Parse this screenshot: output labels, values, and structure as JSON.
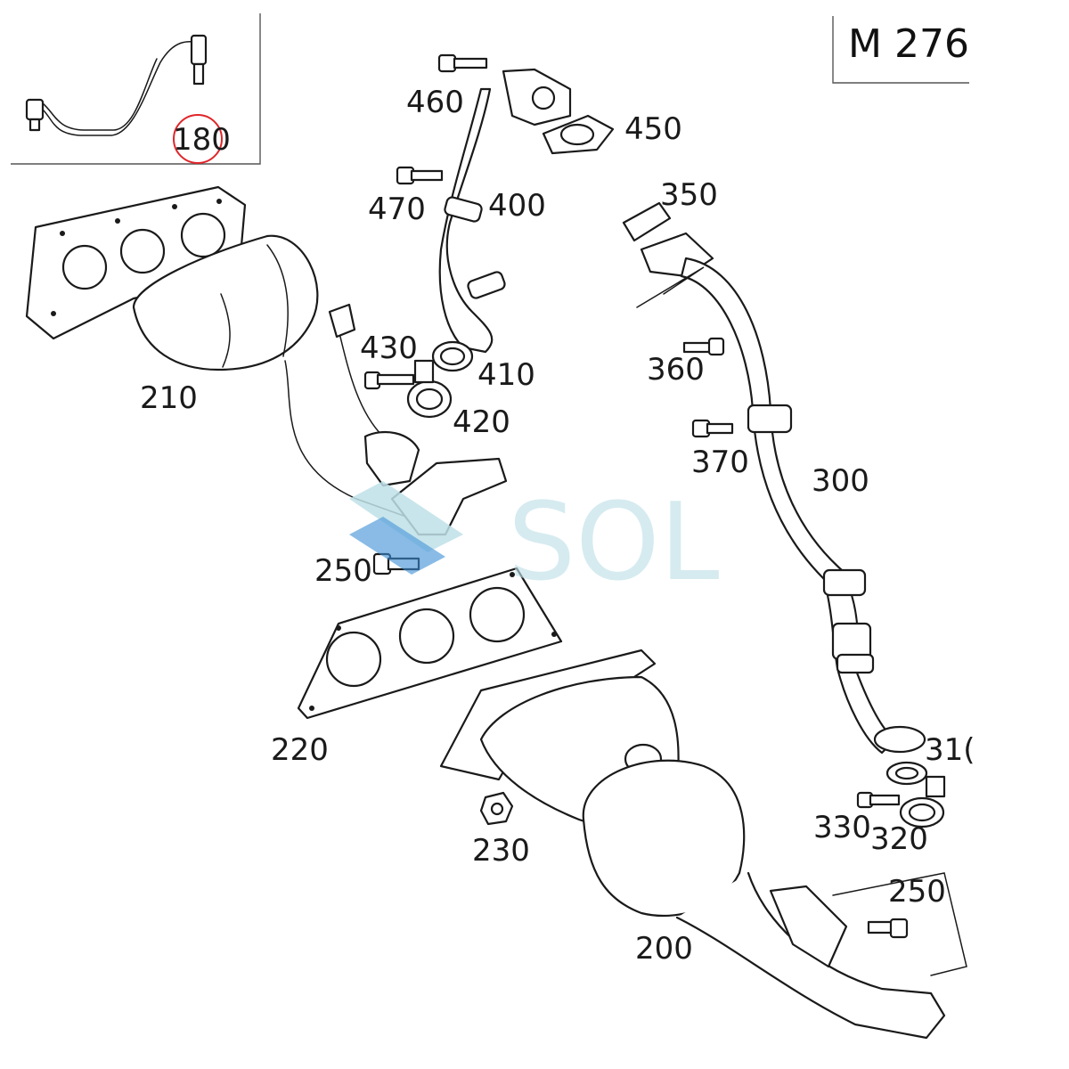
{
  "model_box": {
    "text": "M 276"
  },
  "callouts": [
    {
      "id": "180",
      "text": "180",
      "highlighted": true
    },
    {
      "id": "460",
      "text": "460"
    },
    {
      "id": "450",
      "text": "450"
    },
    {
      "id": "470",
      "text": "470"
    },
    {
      "id": "400",
      "text": "400"
    },
    {
      "id": "350",
      "text": "350"
    },
    {
      "id": "210",
      "text": "210"
    },
    {
      "id": "430",
      "text": "430"
    },
    {
      "id": "410",
      "text": "410"
    },
    {
      "id": "420",
      "text": "420"
    },
    {
      "id": "360",
      "text": "360"
    },
    {
      "id": "370",
      "text": "370"
    },
    {
      "id": "300",
      "text": "300"
    },
    {
      "id": "250a",
      "text": "250"
    },
    {
      "id": "220",
      "text": "220"
    },
    {
      "id": "230",
      "text": "230"
    },
    {
      "id": "310",
      "text": "31("
    },
    {
      "id": "330",
      "text": "330"
    },
    {
      "id": "320",
      "text": "320"
    },
    {
      "id": "250b",
      "text": "250"
    },
    {
      "id": "200",
      "text": "200"
    }
  ],
  "watermark": {
    "text": "SOL",
    "color": "#bfe1e8",
    "accent": "#3b8fd6"
  },
  "highlight_color": "#e0262b"
}
